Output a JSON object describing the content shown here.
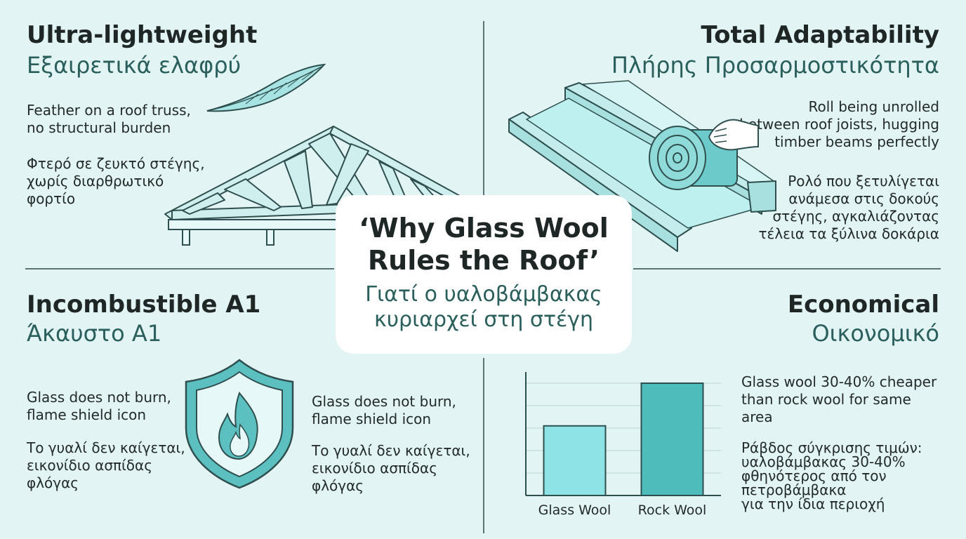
{
  "center": {
    "title_line1": "‘Why Glass Wool",
    "title_line2": "Rules the Roof’",
    "subtitle_line1": "Γιατί ο υαλοβάμβακας",
    "subtitle_line2": "κυριαρχεί στη στέγη"
  },
  "q1": {
    "heading_en": "Ultra-lightweight",
    "heading_gr": "Εξαιρετικά ελαφρύ",
    "desc_en": [
      "Feather on a roof truss,",
      "no structural burden"
    ],
    "desc_gr": [
      "Φτερό σε ζευκτό στέγης,",
      "χωρίς διαρθρωτικό",
      "φορτίο"
    ]
  },
  "q2": {
    "heading_en": "Total Adaptability",
    "heading_gr": "Πλήρης Προσαρμοστικότητα",
    "desc_en": [
      "Roll being unrolled",
      "between roof joists, hugging",
      "timber beams perfectly"
    ],
    "desc_gr": [
      "Ρολό που ξετυλίγεται",
      "ανάμεσα στις δοκούς",
      "στέγης, αγκαλιάζοντας",
      "τέλεια τα ξύλινα δοκάρια"
    ]
  },
  "q3": {
    "heading_en": "Incombustible A1",
    "heading_gr": "Άκαυστο Α1",
    "desc_en": [
      "Glass does not burn,",
      "flame shield icon"
    ],
    "desc_gr": [
      "Το γυαλί δεν καίγεται,",
      "εικονίδιο ασπίδας",
      "φλόγας"
    ],
    "desc2_en": [
      "Glass does not burn,",
      "flame shield icon"
    ],
    "desc2_gr": [
      "Το γυαλί δεν καίγεται,",
      "εικονίδιο ασπίδας",
      "φλόγας"
    ]
  },
  "q4": {
    "heading_en": "Economical",
    "heading_gr": "Οικονομικό",
    "desc_en": [
      "Glass wool 30-40% cheaper",
      "than rock wool for same",
      "area"
    ],
    "desc_gr": [
      "Ράβδος σύγκρισης τιμών:",
      "υαλοβάμβακας 30-40%",
      "φθηνότερος από τον",
      "πετροβάμβακα",
      "για την ίδια περιοχή"
    ]
  },
  "icons": [
    "feather-icon",
    "roof-truss-icon",
    "insulation-roll-icon",
    "hand-icon",
    "flame-shield-icon"
  ],
  "colors": {
    "background": "#e3f4f4",
    "accent_teal": "#4fbcbc",
    "light_teal": "#8ee3e6",
    "heading_dark": "#1f2626",
    "heading_greek": "#2a5f5c",
    "divider": "#5e7474"
  },
  "chart_data": {
    "type": "bar",
    "categories": [
      "Glass Wool",
      "Rock Wool"
    ],
    "values": [
      62,
      100
    ],
    "ylim": [
      0,
      110
    ],
    "grid": true,
    "colors": [
      "#8ee3e6",
      "#4fbcbc"
    ]
  }
}
